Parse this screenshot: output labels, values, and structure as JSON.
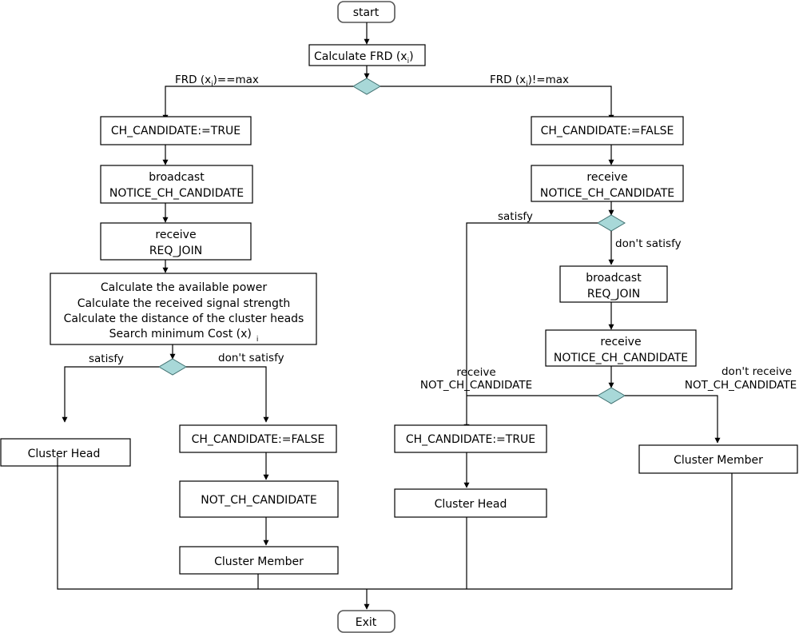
{
  "terminals": {
    "start": "start",
    "exit": "Exit"
  },
  "top": {
    "calc_frd": "Calculate FRD (x",
    "calc_frd_sub": "i",
    "calc_frd_end": ")",
    "cond_max": "FRD (x",
    "cond_max_sub": "i",
    "cond_max_end": ")==max",
    "cond_not_max": "FRD (x",
    "cond_not_max_sub": "i",
    "cond_not_max_end": ")!=max"
  },
  "left": {
    "ch_candidate_true": "CH_CANDIDATE:=TRUE",
    "broadcast_line1": "broadcast",
    "broadcast_line2": "NOTICE_CH_CANDIDATE",
    "receive_line1": "receive",
    "receive_line2": "REQ_JOIN",
    "calc_lines": [
      "Calculate the available power",
      "Calculate the received signal strength",
      "Calculate the distance of the cluster heads",
      "Search minimum Cost (x)"
    ],
    "calc_sub": "i",
    "satisfy": "satisfy",
    "dont_satisfy": "don't satisfy",
    "cluster_head": "Cluster Head",
    "ch_candidate_false": "CH_CANDIDATE:=FALSE",
    "not_ch_candidate": "NOT_CH_CANDIDATE",
    "cluster_member": "Cluster Member"
  },
  "right": {
    "ch_candidate_false": "CH_CANDIDATE:=FALSE",
    "receive_line1": "receive",
    "receive_line2": "NOTICE_CH_CANDIDATE",
    "satisfy": "satisfy",
    "dont_satisfy": "don't satisfy",
    "broadcast_line1": "broadcast",
    "broadcast_line2": "REQ_JOIN",
    "receive2_line1": "receive",
    "receive2_line2": "NOTICE_CH_CANDIDATE",
    "recv_not_line1": "receive",
    "recv_not_line2": "NOT_CH_CANDIDATE",
    "dont_recv_line1": "don't receive",
    "dont_recv_line2": "NOT_CH_CANDIDATE",
    "ch_candidate_true": "CH_CANDIDATE:=TRUE",
    "cluster_head": "Cluster Head",
    "cluster_member": "Cluster Member"
  },
  "colors": {
    "decision_fill": "#a8d8d8",
    "decision_stroke": "#3f6f6f"
  }
}
